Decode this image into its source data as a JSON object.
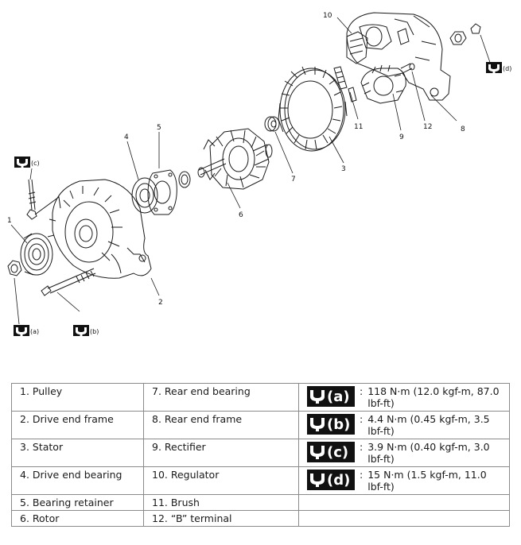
{
  "callouts": {
    "n1": "1",
    "n2": "2",
    "n3": "3",
    "n4": "4",
    "n5": "5",
    "n6": "6",
    "n7": "7",
    "n8": "8",
    "n9": "9",
    "n10": "10",
    "n11": "11",
    "n12": "12",
    "torque_a": "(a)",
    "torque_b": "(b)",
    "torque_c": "(c)",
    "torque_d": "(d)"
  },
  "legend": {
    "rows": [
      {
        "p1": "1. Pulley",
        "p2": "7. Rear end bearing",
        "t_letter": "(a)",
        "t_colon": ":",
        "t_value": "118 N·m (12.0 kgf-m, 87.0 lbf-ft)"
      },
      {
        "p1": "2. Drive end frame",
        "p2": "8. Rear end frame",
        "t_letter": "(b)",
        "t_colon": ":",
        "t_value": "4.4 N·m (0.45 kgf-m, 3.5 lbf-ft)"
      },
      {
        "p1": "3. Stator",
        "p2": "9. Rectifier",
        "t_letter": "(c)",
        "t_colon": ":",
        "t_value": "3.9 N·m (0.40 kgf-m, 3.0 lbf-ft)"
      },
      {
        "p1": "4. Drive end bearing",
        "p2": "10. Regulator",
        "t_letter": "(d)",
        "t_colon": ":",
        "t_value": "15 N·m (1.5 kgf-m, 11.0 lbf-ft)"
      },
      {
        "p1": "5. Bearing retainer",
        "p2": "11. Brush"
      },
      {
        "p1": "6. Rotor",
        "p2": "12. “B” terminal"
      }
    ]
  },
  "colors": {
    "line": "#1a1a1a",
    "icon_bg": "#111111",
    "border": "#8a8a8a"
  },
  "icons": [
    "torque-wrench-icon"
  ]
}
